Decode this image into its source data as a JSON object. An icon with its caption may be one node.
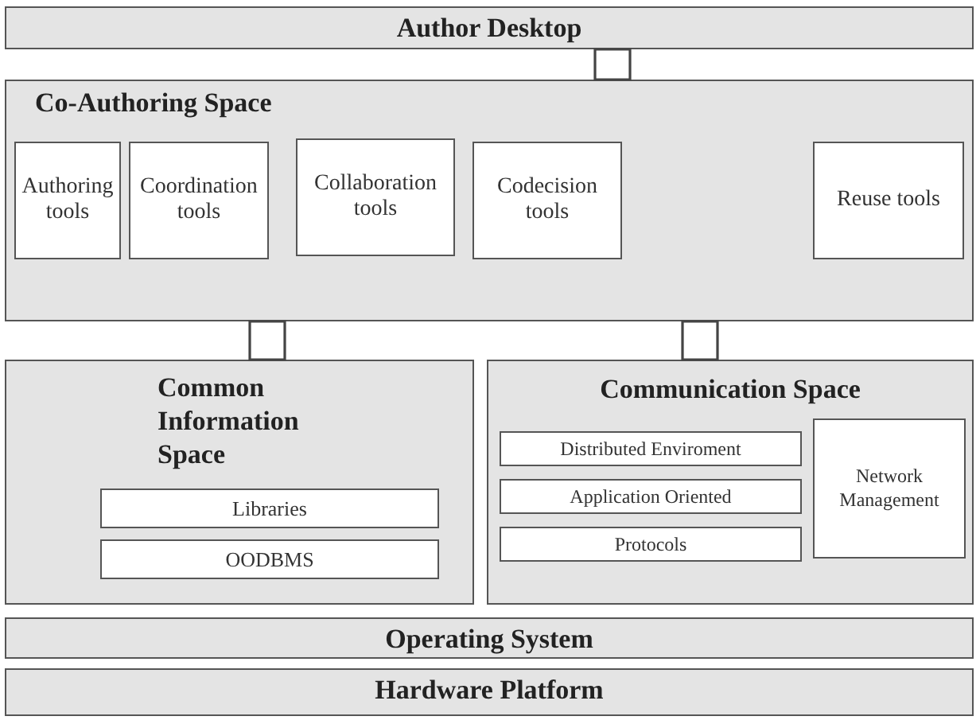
{
  "diagram": {
    "nodes": [
      {
        "text": [
          "Author Desktop"
        ]
      },
      {
        "text": [
          "Co-Authoring Space"
        ]
      },
      {
        "text": [
          "Authoring tools"
        ],
        "in": 1
      },
      {
        "text": [
          "Coordination tools"
        ],
        "in": 1
      },
      {
        "text": [
          "Collaboration tools"
        ],
        "in": 1
      },
      {
        "text": [
          "Codecision tools"
        ],
        "in": 1
      },
      {
        "text": [
          "Reuse tools"
        ],
        "in": 1
      },
      {
        "text": [
          "Common Information Space"
        ]
      },
      {
        "text": [
          "Libraries"
        ],
        "in": 7
      },
      {
        "text": [
          "OODBMS"
        ],
        "in": 7
      },
      {
        "text": [
          "Communication Space"
        ]
      },
      {
        "text": [
          "Distributed Enviroment"
        ],
        "in": 10
      },
      {
        "text": [
          "Application Oriented"
        ],
        "in": 10
      },
      {
        "text": [
          "Protocols"
        ],
        "in": 10
      },
      {
        "text": [
          "Network Management"
        ],
        "in": 10
      },
      {
        "text": [
          "Operating System"
        ]
      },
      {
        "text": [
          "Hardware Platform"
        ]
      }
    ],
    "edges": [
      {
        "from": 0,
        "to": 1,
        "arrow": "none"
      },
      {
        "from": 1,
        "to": 7,
        "arrow": "none"
      },
      {
        "from": 1,
        "to": 10,
        "arrow": "none"
      }
    ]
  }
}
